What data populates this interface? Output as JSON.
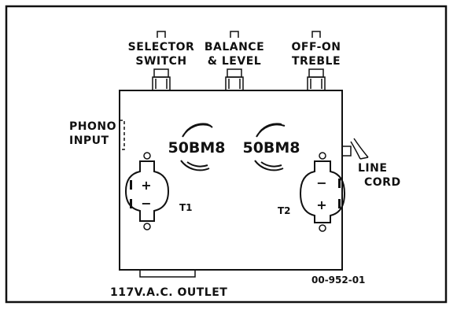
{
  "labels": {
    "selector": [
      "SELECTOR",
      "SWITCH"
    ],
    "balance": [
      "BALANCE",
      "& LEVEL"
    ],
    "offon": [
      "OFF-ON",
      "TREBLE"
    ],
    "phono": [
      "PHONO",
      "INPUT"
    ],
    "line_cord": [
      "LINE",
      "CORD"
    ],
    "tube_left": "50BM8",
    "tube_right": "50BM8",
    "t1": "T1",
    "t2": "T2",
    "plus": "+",
    "minus": "−",
    "outlet": "117V.A.C. OUTLET",
    "drawing_no": "00-952-01"
  }
}
